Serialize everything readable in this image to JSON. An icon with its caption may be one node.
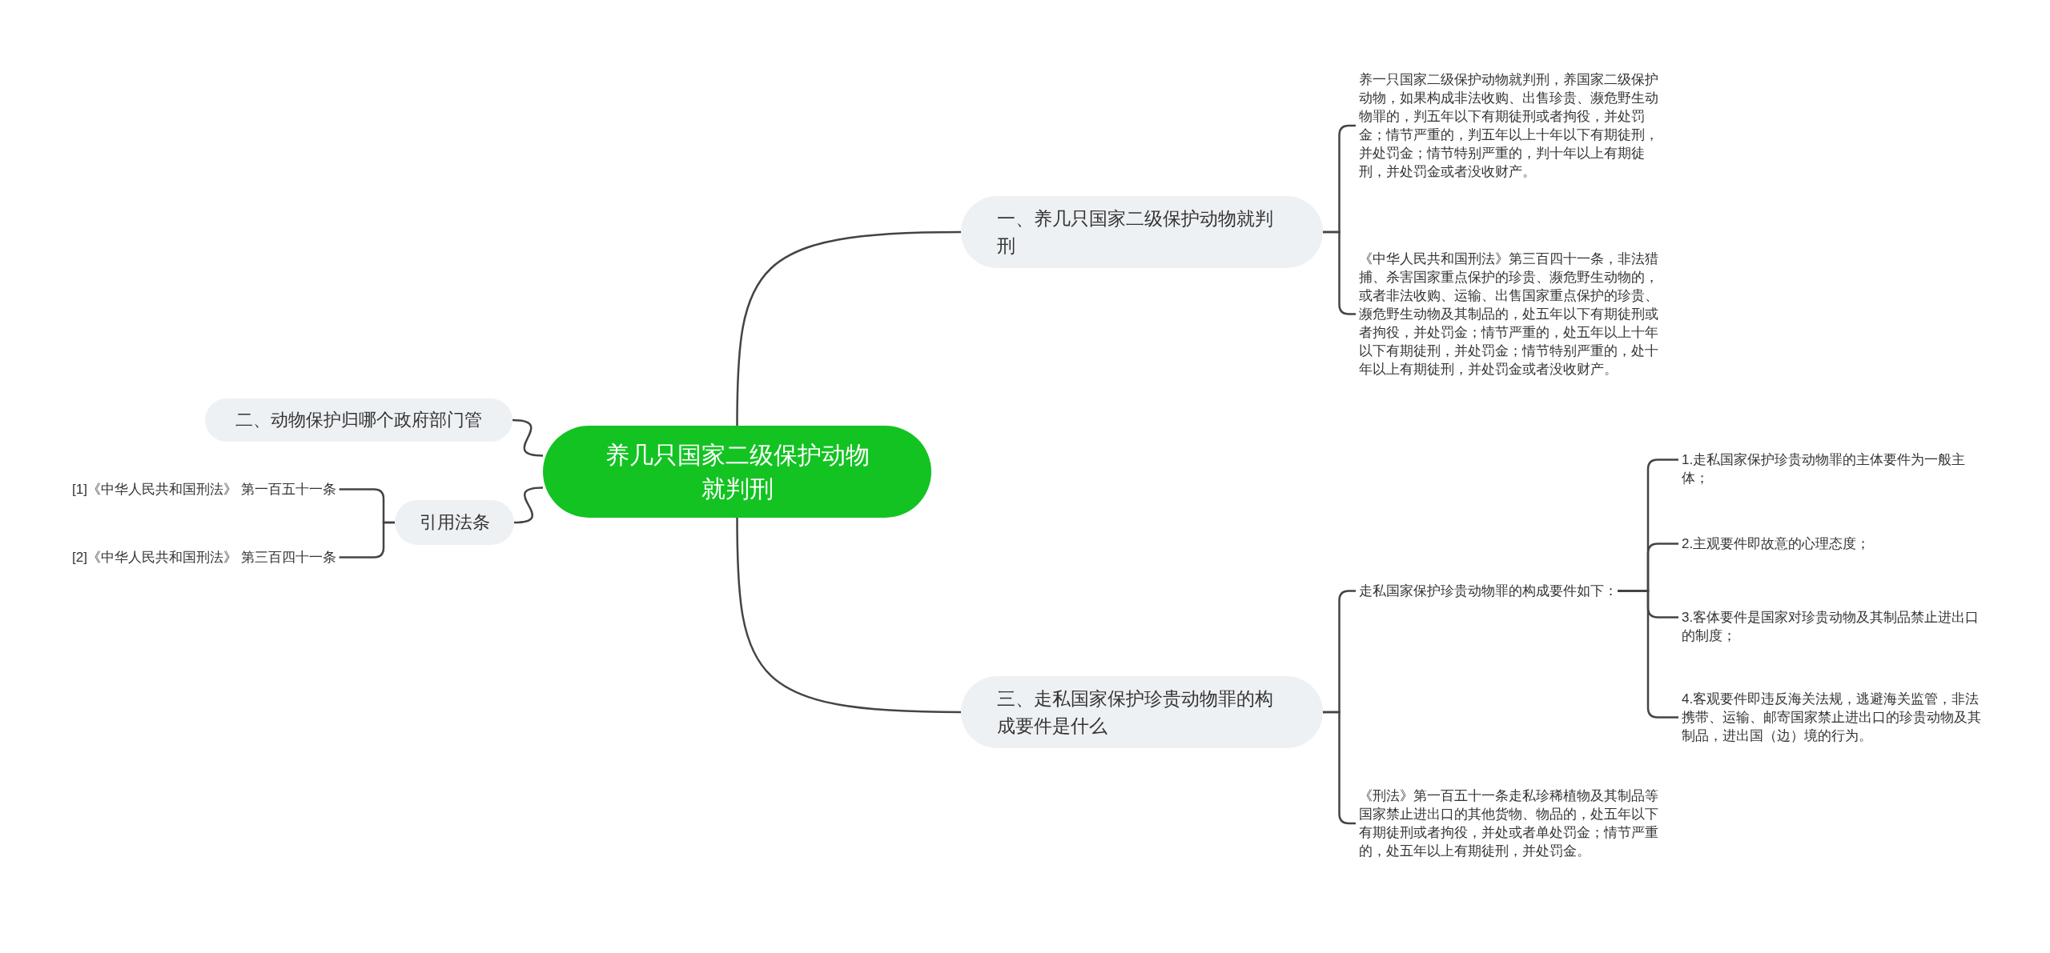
{
  "diagram": {
    "nodes": [
      {
        "text": [
          "养几只国家二级保护动物就判刑"
        ]
      },
      {
        "text": [
          "一、养几只国家二级保护动物就判刑"
        ]
      },
      {
        "text": [
          "养一只国家二级保护动物就判刑，养国家二级保护动物，如果构成非法收购、出售珍贵、濒危野生动物罪的，判五年以下有期徒刑或者拘役，并处罚金；情节严重的，判五年以上十年以下有期徒刑，并处罚金；情节特别严重的，判十年以上有期徒刑，并处罚金或者没收财产。"
        ]
      },
      {
        "text": [
          "《中华人民共和国刑法》第三百四十一条，非法猎捕、杀害国家重点保护的珍贵、濒危野生动物的，或者非法收购、运输、出售国家重点保护的珍贵、濒危野生动物及其制品的，处五年以下有期徒刑或者拘役，并处罚金；情节严重的，处五年以上十年以下有期徒刑，并处罚金；情节特别严重的，处十年以上有期徒刑，并处罚金或者没收财产。"
        ]
      },
      {
        "text": [
          "三、走私国家保护珍贵动物罪的构成要件是什么"
        ]
      },
      {
        "text": [
          "走私国家保护珍贵动物罪的构成要件如下："
        ]
      },
      {
        "text": [
          "1.走私国家保护珍贵动物罪的主体要件为一般主体；"
        ]
      },
      {
        "text": [
          "2.主观要件即故意的心理态度；"
        ]
      },
      {
        "text": [
          "3.客体要件是国家对珍贵动物及其制品禁止进出口的制度；"
        ]
      },
      {
        "text": [
          "4.客观要件即违反海关法规，逃避海关监管，非法携带、运输、邮寄国家禁止进出口的珍贵动物及其制品，进出国（边）境的行为。"
        ]
      },
      {
        "text": [
          "《刑法》第一百五十一条走私珍稀植物及其制品等国家禁止进出口的其他货物、物品的，处五年以下有期徒刑或者拘役，并处或者单处罚金；情节严重的，处五年以上有期徒刑，并处罚金。"
        ]
      },
      {
        "text": [
          "二、动物保护归哪个政府部门管"
        ]
      },
      {
        "text": [
          "引用法条"
        ]
      },
      {
        "text": [
          "[1]《中华人民共和国刑法》 第一百五十一条"
        ]
      },
      {
        "text": [
          "[2]《中华人民共和国刑法》 第三百四十一条"
        ]
      }
    ],
    "edges": [
      {
        "from": 0,
        "to": 1,
        "arrow": "none"
      },
      {
        "from": 1,
        "to": 2,
        "arrow": "none"
      },
      {
        "from": 1,
        "to": 3,
        "arrow": "none"
      },
      {
        "from": 0,
        "to": 4,
        "arrow": "none"
      },
      {
        "from": 4,
        "to": 5,
        "arrow": "none"
      },
      {
        "from": 5,
        "to": 6,
        "arrow": "none"
      },
      {
        "from": 5,
        "to": 7,
        "arrow": "none"
      },
      {
        "from": 5,
        "to": 8,
        "arrow": "none"
      },
      {
        "from": 5,
        "to": 9,
        "arrow": "none"
      },
      {
        "from": 4,
        "to": 10,
        "arrow": "none"
      },
      {
        "from": 0,
        "to": 11,
        "arrow": "none"
      },
      {
        "from": 0,
        "to": 12,
        "arrow": "none"
      },
      {
        "from": 12,
        "to": 13,
        "arrow": "none"
      },
      {
        "from": 12,
        "to": 14,
        "arrow": "none"
      }
    ]
  }
}
